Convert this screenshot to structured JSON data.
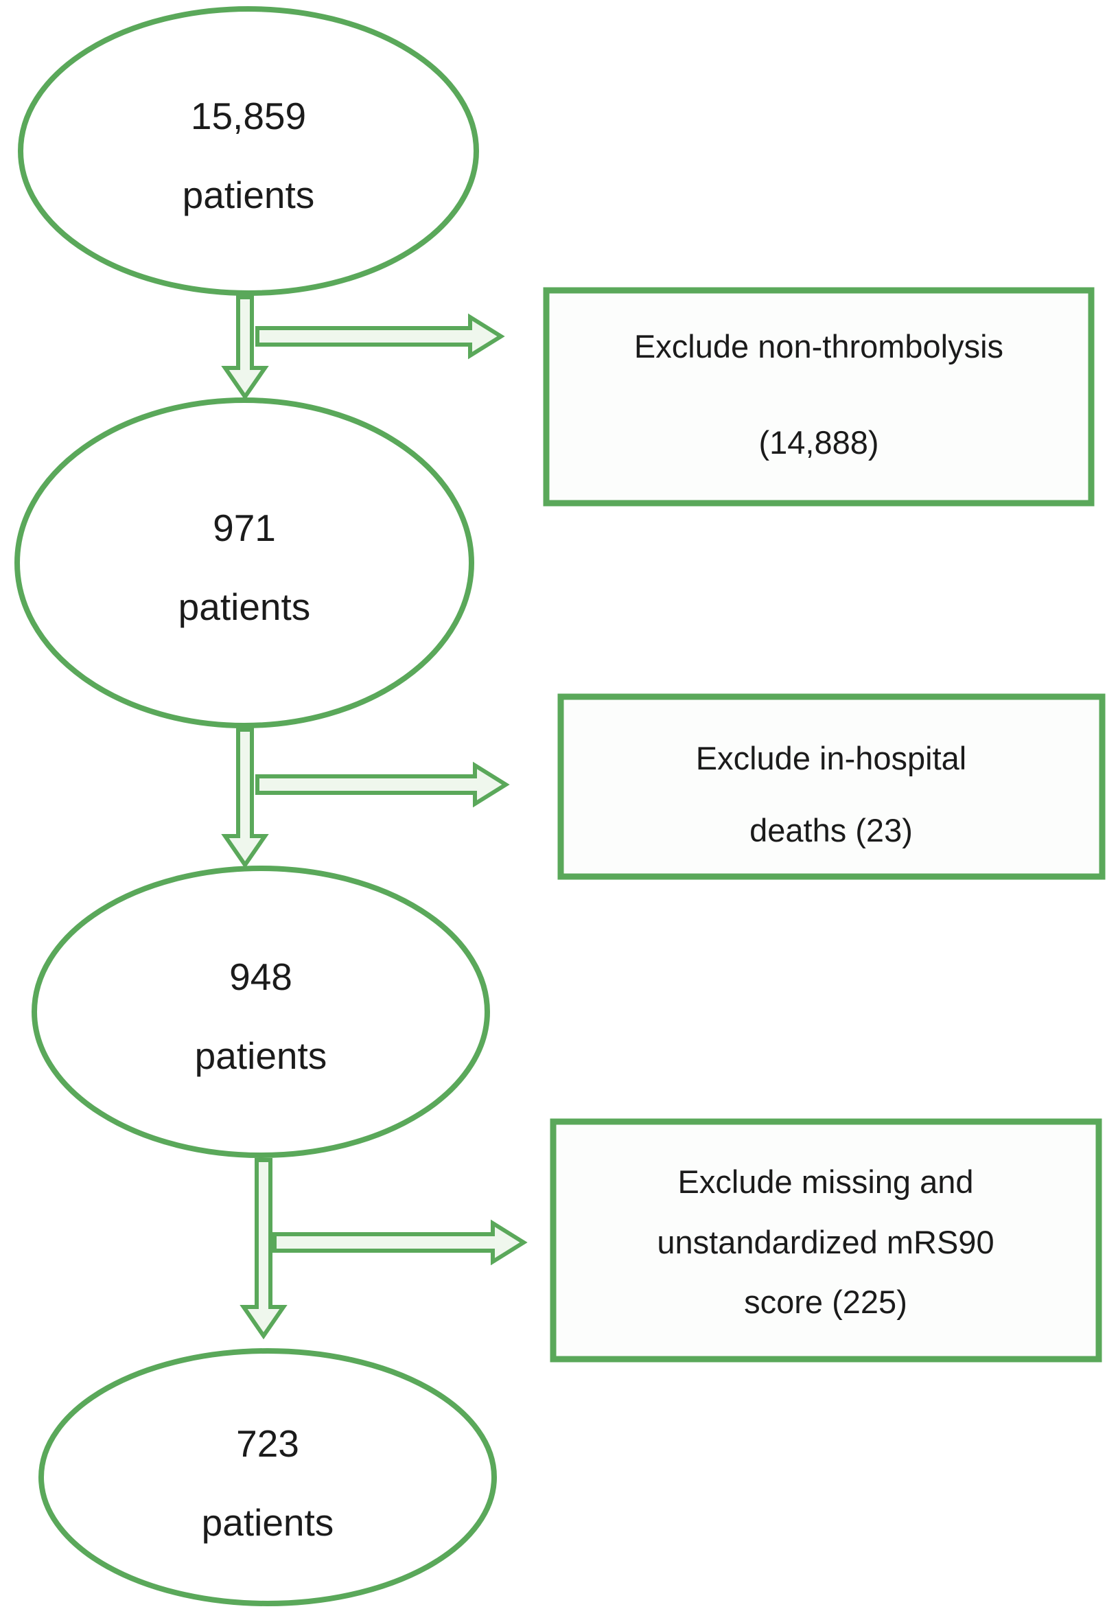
{
  "figure": {
    "type": "patient-flow-diagram",
    "colors": {
      "outline_green": "#5aa85a",
      "arrow_fill": "#eff7ed",
      "text": "#1b1b1b",
      "background": "#ffffff"
    },
    "nodes": [
      {
        "id": "node-1",
        "value": "15,859",
        "label": "patients"
      },
      {
        "id": "node-2",
        "value": "971",
        "label": "patients"
      },
      {
        "id": "node-3",
        "value": "948",
        "label": "patients"
      },
      {
        "id": "node-4",
        "value": "723",
        "label": "patients"
      }
    ],
    "exclusions": [
      {
        "id": "exclusion-1",
        "line1": "Exclude non-thrombolysis",
        "line2": "(14,888)"
      },
      {
        "id": "exclusion-2",
        "line1": "Exclude in-hospital",
        "line2": "deaths (23)"
      },
      {
        "id": "exclusion-3",
        "line1": "Exclude missing and",
        "line2": "unstandardized mRS90",
        "line3": "score (225)"
      }
    ]
  }
}
